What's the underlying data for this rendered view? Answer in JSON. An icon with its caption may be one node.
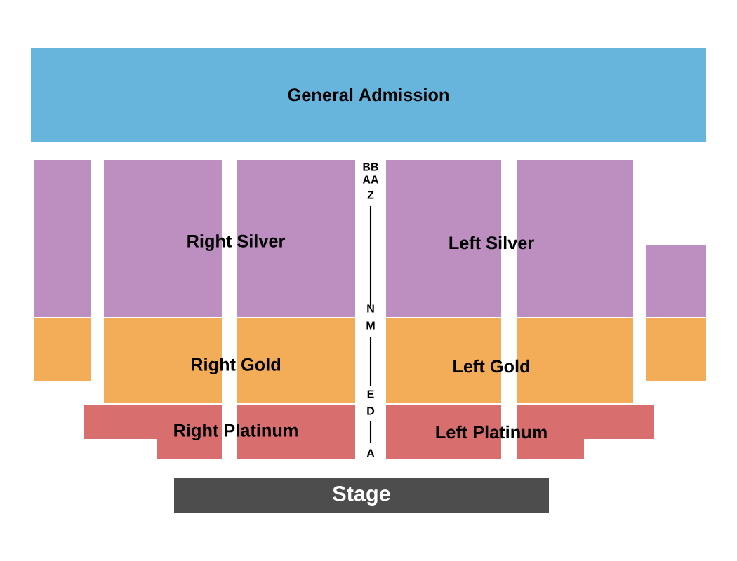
{
  "diagram": {
    "nodes": [
      {
        "text": [
          "General Admission"
        ]
      },
      {
        "text": [],
        "shape": "box"
      },
      {
        "text": [],
        "shape": "box"
      },
      {
        "text": [],
        "shape": "box"
      },
      {
        "text": [],
        "shape": "box"
      },
      {
        "text": [],
        "shape": "box"
      },
      {
        "text": [],
        "shape": "box"
      },
      {
        "text": [],
        "shape": "box"
      },
      {
        "text": [],
        "shape": "box"
      },
      {
        "text": [],
        "shape": "box"
      },
      {
        "text": [],
        "shape": "box"
      },
      {
        "text": [],
        "shape": "box"
      },
      {
        "text": [],
        "shape": "box"
      },
      {
        "text": [],
        "shape": "box"
      },
      {
        "text": [],
        "shape": "box"
      },
      {
        "text": [],
        "shape": "box"
      },
      {
        "text": [],
        "shape": "box"
      },
      {
        "text": [
          "Stage"
        ]
      }
    ],
    "labels": [
      "BB",
      "AA",
      "Z",
      "Right Silver",
      "Left Silver",
      "N",
      "M",
      "Right Gold",
      "Left Gold",
      "E",
      "D",
      "Right Platinum",
      "Left Platinum",
      "A"
    ]
  }
}
